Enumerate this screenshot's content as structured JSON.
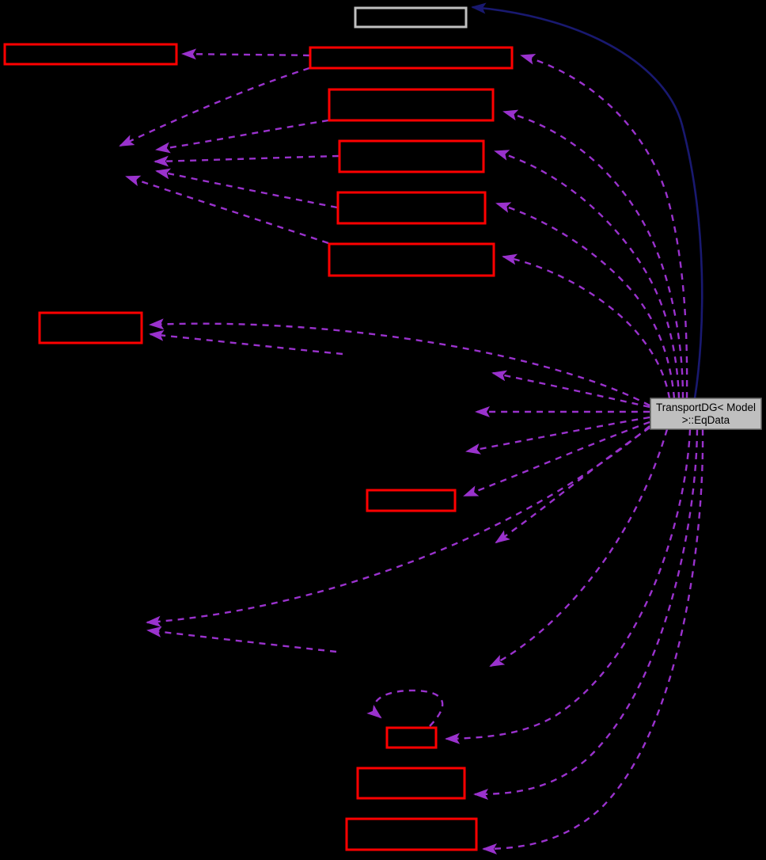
{
  "diagram": {
    "type": "collaboration-graph",
    "center_node": {
      "label_line1": "TransportDG< Model",
      "label_line2": ">::EqData"
    },
    "colors": {
      "bg": "#000000",
      "usage": "#9a32cd",
      "inherit": "#191970",
      "red": "#ff0000",
      "gray": "#c0c0c0",
      "nodefill": "#000000",
      "centerfill": "#bfbfbf",
      "centertext": "#000000"
    },
    "nodes": [
      {
        "id": "base-class",
        "label": "",
        "border": "gray"
      },
      {
        "id": "class-top-left",
        "label": "",
        "border": "red"
      },
      {
        "id": "class-top",
        "label": "",
        "border": "red"
      },
      {
        "id": "class-a",
        "label": "",
        "border": "red"
      },
      {
        "id": "class-b",
        "label": "",
        "border": "red"
      },
      {
        "id": "class-c",
        "label": "",
        "border": "red"
      },
      {
        "id": "class-d",
        "label": "",
        "border": "red"
      },
      {
        "id": "class-left",
        "label": "",
        "border": "red"
      },
      {
        "id": "class-small-mid",
        "label": "",
        "border": "red"
      },
      {
        "id": "class-tiny",
        "label": "",
        "border": "red"
      },
      {
        "id": "class-bottom-1",
        "label": "",
        "border": "red"
      },
      {
        "id": "class-bottom-2",
        "label": "",
        "border": "red"
      }
    ],
    "edges": {
      "solid_inheritance_count": 1,
      "dashed_usage_count": 25,
      "self_loop_count": 1
    }
  }
}
